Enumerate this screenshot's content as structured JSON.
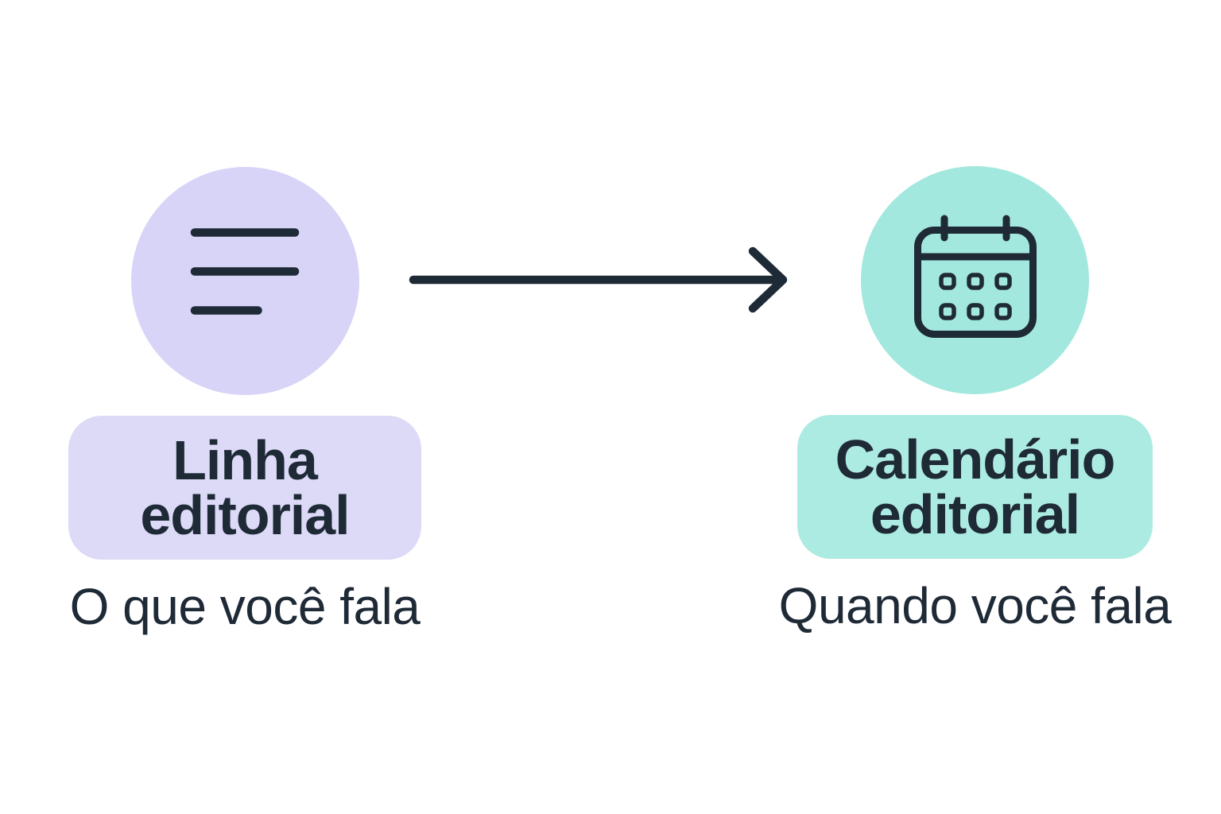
{
  "diagram": {
    "background_color": "#FFFFFF",
    "ink_color": "#1F2A37",
    "arrow_direction": "right"
  },
  "nodes": [
    {
      "id": "linha-editorial",
      "icon": "text-lines-icon",
      "circle_color": "#D7D4F8",
      "pill_color": "#DDDAF8",
      "title": "Linha\neditorial",
      "subtitle": "O que você fala"
    },
    {
      "id": "calendario-editorial",
      "icon": "calendar-icon",
      "circle_color": "#A3E8DE",
      "pill_color": "#ACEBE2",
      "title": "Calendário\neditorial",
      "subtitle": "Quando você fala"
    }
  ]
}
